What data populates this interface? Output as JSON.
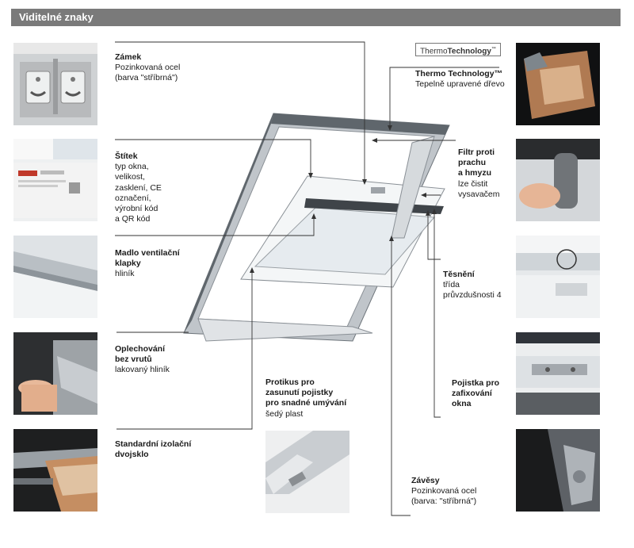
{
  "header": {
    "title": "Viditelné znaky"
  },
  "logo": {
    "part1": "Thermo",
    "part2": "Technology",
    "tm": "™"
  },
  "labels": {
    "zamek": {
      "title": "Zámek",
      "sub": "Pozinkovaná ocel\n(barva \"stříbrná\")"
    },
    "stitek": {
      "title": "Štítek",
      "sub": "typ okna,\nvelikost,\nzasklení, CE\noznačení,\nvýrobní kód\na QR kód"
    },
    "madlo": {
      "title": "Madlo ventilační\nklapky",
      "sub": "hliník"
    },
    "oplechovani": {
      "title": "Oplechování\nbez vrutů",
      "sub": "lakovaný hliník"
    },
    "dvojsklo": {
      "title": "Standardní izolační\ndvojsklo",
      "sub": ""
    },
    "protikus": {
      "title": "Protikus pro\nzasunutí pojistky\npro snadné umývání",
      "sub": "šedý plast"
    },
    "zavesy": {
      "title": "Závěsy",
      "sub": "Pozinkovaná ocel\n(barva: \"stříbrná\")"
    },
    "thermo": {
      "title": "Thermo Technology™",
      "sub": "Tepelně upravené dřevo"
    },
    "filtr": {
      "title": "Filtr proti\nprachu\na hmyzu",
      "sub": "lze čistit\nvysavačem"
    },
    "tesneni": {
      "title": "Těsnění",
      "sub": "třída\nprůvzdušnosti 4"
    },
    "pojistka": {
      "title": "Pojistka pro\nzafixování\nokna",
      "sub": ""
    }
  },
  "colors": {
    "header_bg": "#7a7a7a",
    "frame": "#bfc4c9",
    "sash": "#f6f7f8",
    "glass": "#e8edf1",
    "line": "#333333"
  }
}
